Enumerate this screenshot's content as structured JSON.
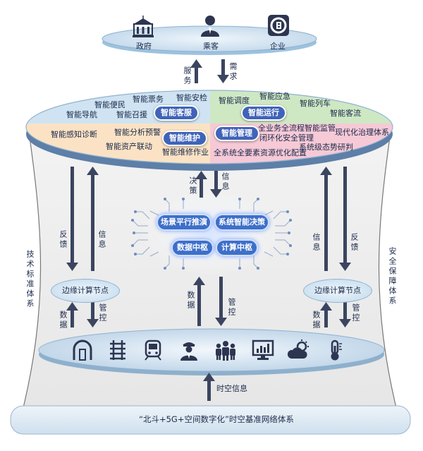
{
  "top": {
    "government": "政府",
    "passenger": "乘客",
    "enterprise": "企业"
  },
  "links": {
    "service": "服务",
    "demand": "需求",
    "decision": "决策",
    "info": "信息",
    "feedback": "反馈",
    "data": "数据",
    "control": "管控",
    "spatiotemporal": "时空信息"
  },
  "upper_disc": {
    "left_top": {
      "badge": "智能客服",
      "items": [
        "智能票务",
        "智能安检",
        "智能便民",
        "智能导航",
        "智能召援"
      ]
    },
    "right_top": {
      "badge": "智能运行",
      "items": [
        "智能调度",
        "智能应急",
        "智能列车",
        "智能客流"
      ]
    },
    "left_bottom": {
      "badge": "智能维护",
      "items": [
        "智能感知诊断",
        "智能分析预警",
        "智能资产联动",
        "智能维修作业"
      ]
    },
    "right_bottom": {
      "badge": "智能管理",
      "items": [
        "全业务全流程智能监管",
        "闭环化安全管理",
        "现代化治理体系",
        "系统级态势研判",
        "全系统全要素资源优化配置"
      ]
    }
  },
  "brain": {
    "scene": "场景平行推演",
    "decision": "系统智能决策",
    "data_hub": "数据中枢",
    "compute_hub": "计算中枢"
  },
  "edge_left": "边缘计算节点",
  "edge_right": "边缘计算节点",
  "side_left": "技术标准体系",
  "side_right": "安全保障体系",
  "bottom_icons": [
    "tunnel-icon",
    "track-icon",
    "train-icon",
    "staff-icon",
    "crowd-icon",
    "monitor-icon",
    "weather-icon",
    "thermometer-icon"
  ],
  "base_network": "“北斗+5G+空间数字化”时空基准网络体系",
  "colors": {
    "blue_pill": "#3f63b8",
    "left_top_fill": "#cfe3f2",
    "right_top_fill": "#cfe8c4",
    "left_bottom_fill": "#fbe2c4",
    "right_bottom_fill": "#f6c9d6",
    "arrow": "#3b4560"
  }
}
